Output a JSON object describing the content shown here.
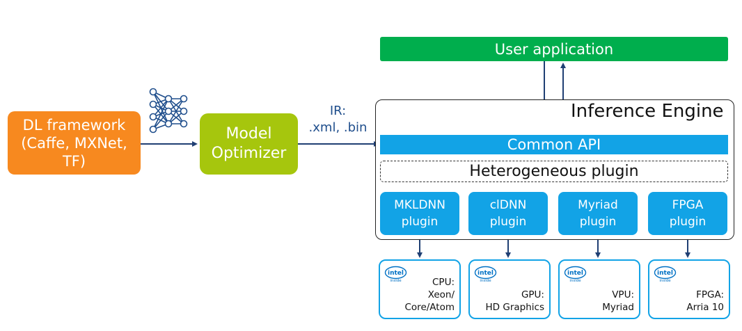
{
  "dl_framework": {
    "label": "DL framework\n(Caffe, MXNet,\nTF)"
  },
  "model_optimizer": {
    "label": "Model\nOptimizer"
  },
  "ir": {
    "line1": "IR:",
    "line2": ".xml, .bin"
  },
  "user_application": {
    "label": "User application"
  },
  "inference_engine": {
    "title": "Inference Engine"
  },
  "common_api": {
    "label": "Common API"
  },
  "heterogeneous_plugin": {
    "label": "Heterogeneous plugin"
  },
  "plugins": [
    {
      "label": "MKLDNN\nplugin"
    },
    {
      "label": "clDNN\nplugin"
    },
    {
      "label": "Myriad\nplugin"
    },
    {
      "label": "FPGA\nplugin"
    }
  ],
  "hardware": [
    {
      "label": "CPU:\nXeon/\nCore/Atom",
      "logo": "intel",
      "logo_sub": "inside"
    },
    {
      "label": "GPU:\nHD Graphics",
      "logo": "intel",
      "logo_sub": "inside"
    },
    {
      "label": "VPU:\nMyriad",
      "logo": "intel",
      "logo_sub": "inside"
    },
    {
      "label": "FPGA:\nArria 10",
      "logo": "intel",
      "logo_sub": "inside"
    }
  ],
  "icons": {
    "network": "neural-network-icon",
    "brand": "intel-inside-logo"
  },
  "colors": {
    "dl_framework": "#f7891f",
    "model_optimizer": "#a6c60d",
    "user_application": "#00ae4d",
    "api_blue": "#12a3e6",
    "arrow": "#1f3f73"
  }
}
